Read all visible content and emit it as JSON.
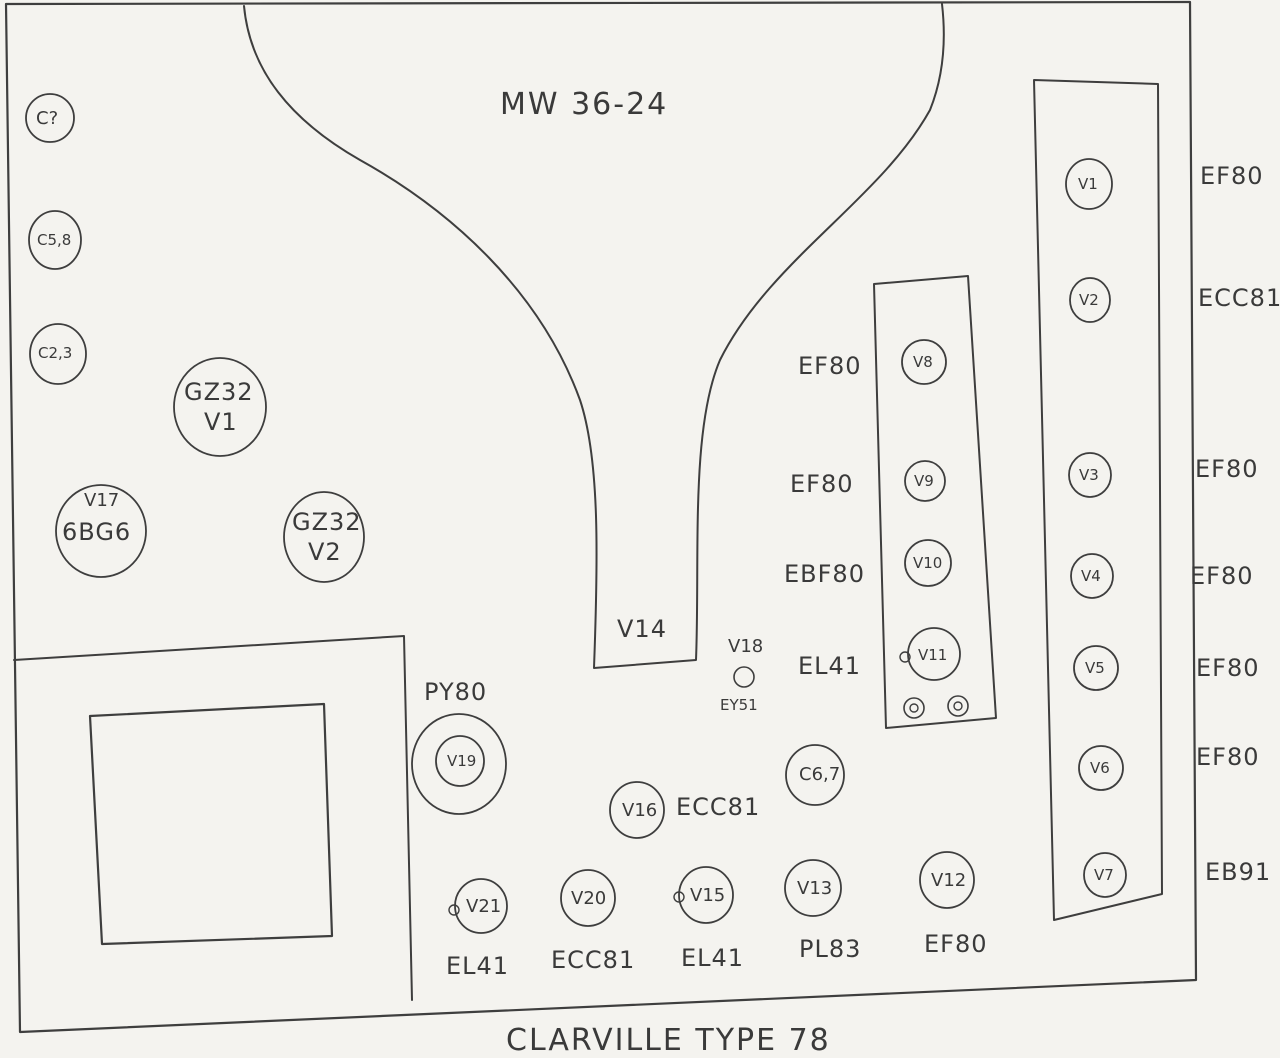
{
  "title": "MW 36-24",
  "caption": "CLARVILLE TYPE 78",
  "left_components": {
    "c_unknown": "C?",
    "c58": "C5,8",
    "c23": "C2,3",
    "gz32_v1_type": "GZ32",
    "gz32_v1_ref": "V1",
    "v17_ref": "V17",
    "v17_type": "6BG6",
    "gz32_v2_type": "GZ32",
    "gz32_v2_ref": "V2"
  },
  "center": {
    "v14": "V14",
    "v18": "V18",
    "ey51": "EY51"
  },
  "middle_strip": {
    "items": [
      {
        "type": "EF80",
        "ref": "V8"
      },
      {
        "type": "EF80",
        "ref": "V9"
      },
      {
        "type": "EBF80",
        "ref": "V10"
      },
      {
        "type": "EL41",
        "ref": "V11"
      }
    ]
  },
  "right_strip": {
    "items": [
      {
        "ref": "V1",
        "type": "EF80"
      },
      {
        "ref": "V2",
        "type": "ECC81"
      },
      {
        "ref": "V3",
        "type": "EF80"
      },
      {
        "ref": "V4",
        "type": "EF80"
      },
      {
        "ref": "V5",
        "type": "EF80"
      },
      {
        "ref": "V6",
        "type": "EF80"
      },
      {
        "ref": "V7",
        "type": "EB91"
      }
    ]
  },
  "bottom": {
    "py80": "PY80",
    "v19": "V19",
    "v16": "V16",
    "ecc81_v16": "ECC81",
    "c67": "C6,7",
    "row": [
      {
        "ref": "V21",
        "type": "EL41"
      },
      {
        "ref": "V20",
        "type": "ECC81"
      },
      {
        "ref": "V15",
        "type": "EL41"
      },
      {
        "ref": "V13",
        "type": "PL83"
      },
      {
        "ref": "V12",
        "type": "EF80"
      }
    ]
  }
}
